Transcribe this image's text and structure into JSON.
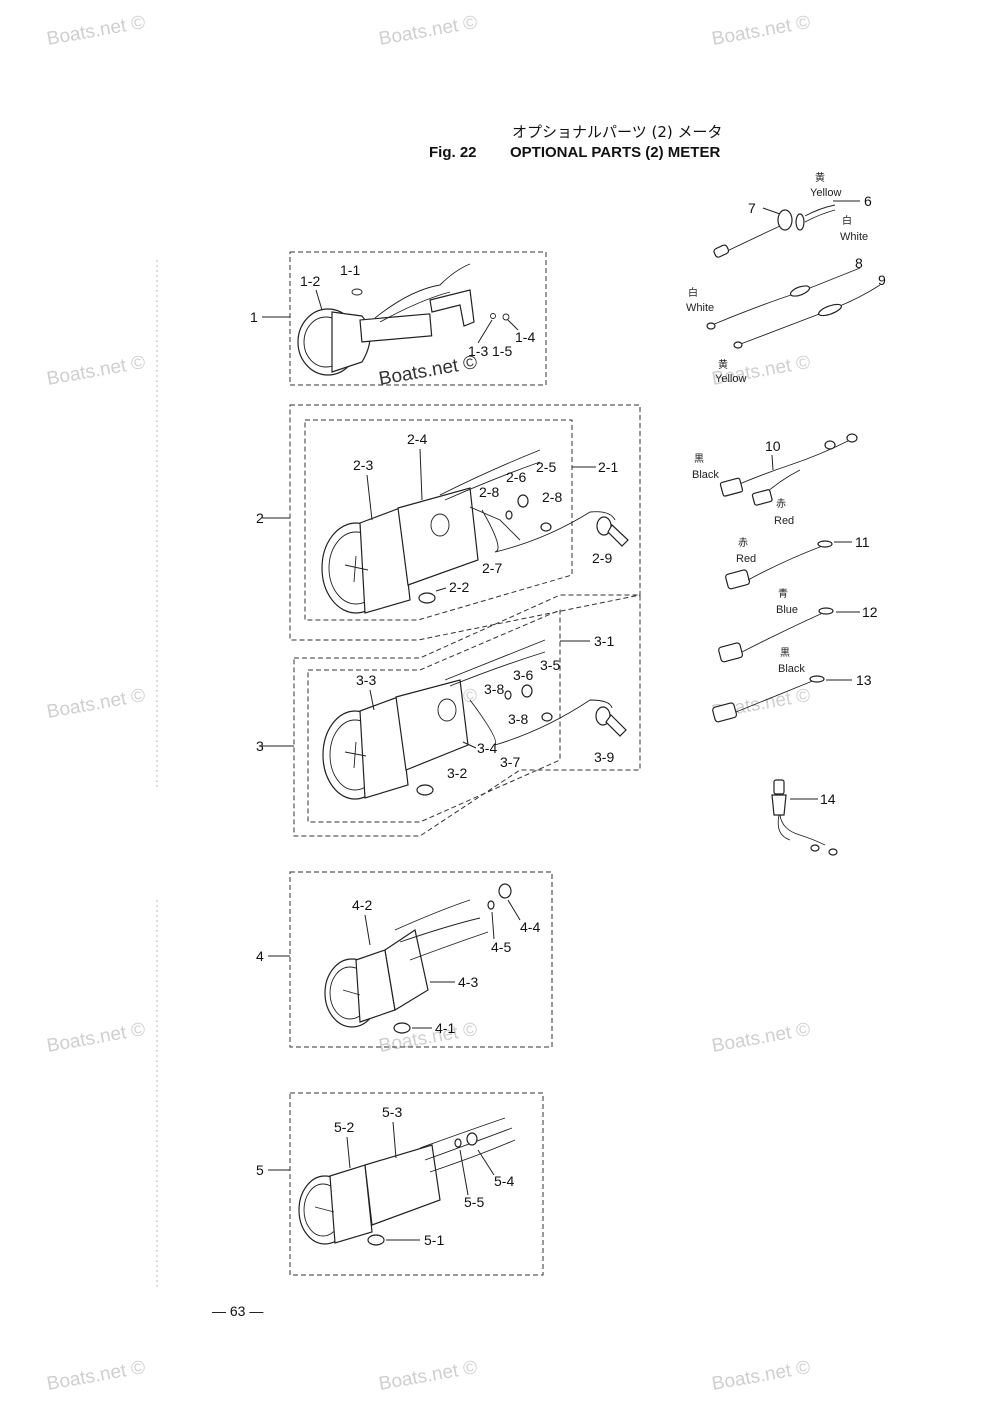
{
  "figure": {
    "title_jp": "オプショナルパーツ (2) メータ",
    "fig_no": "Fig. 22",
    "title_en": "OPTIONAL PARTS (2) METER",
    "page_number": "— 63 —"
  },
  "watermark": "Boats.net ©",
  "labels": {
    "g1": "1",
    "g1_1": "1-1",
    "g1_2": "1-2",
    "g1_3": "1-3",
    "g1_4": "1-4",
    "g1_5": "1-5",
    "g2": "2",
    "g2_1": "2-1",
    "g2_2": "2-2",
    "g2_3": "2-3",
    "g2_4": "2-4",
    "g2_5": "2-5",
    "g2_6": "2-6",
    "g2_7": "2-7",
    "g2_8a": "2-8",
    "g2_8b": "2-8",
    "g2_9": "2-9",
    "g3": "3",
    "g3_1": "3-1",
    "g3_2": "3-2",
    "g3_3": "3-3",
    "g3_4": "3-4",
    "g3_5": "3-5",
    "g3_6": "3-6",
    "g3_7": "3-7",
    "g3_8a": "3-8",
    "g3_8b": "3-8",
    "g3_9": "3-9",
    "g4": "4",
    "g4_1": "4-1",
    "g4_2": "4-2",
    "g4_3": "4-3",
    "g4_4": "4-4",
    "g4_5": "4-5",
    "g5": "5",
    "g5_1": "5-1",
    "g5_2": "5-2",
    "g5_3": "5-3",
    "g5_4": "5-4",
    "g5_5": "5-5",
    "p6": "6",
    "p7": "7",
    "p8": "8",
    "p9": "9",
    "p10": "10",
    "p11": "11",
    "p12": "12",
    "p13": "13",
    "p14": "14"
  },
  "wire_colors": {
    "yellow_jp": "黄",
    "yellow": "Yellow",
    "white_jp": "白",
    "white": "White",
    "white2_jp": "白",
    "white2": "White",
    "yellow2_jp": "黄",
    "yellow2": "Yellow",
    "black_jp": "黒",
    "black": "Black",
    "red_jp": "赤",
    "red": "Red",
    "red2_jp": "赤",
    "red2": "Red",
    "blue_jp": "青",
    "blue": "Blue",
    "black2_jp": "黒",
    "black2": "Black"
  }
}
